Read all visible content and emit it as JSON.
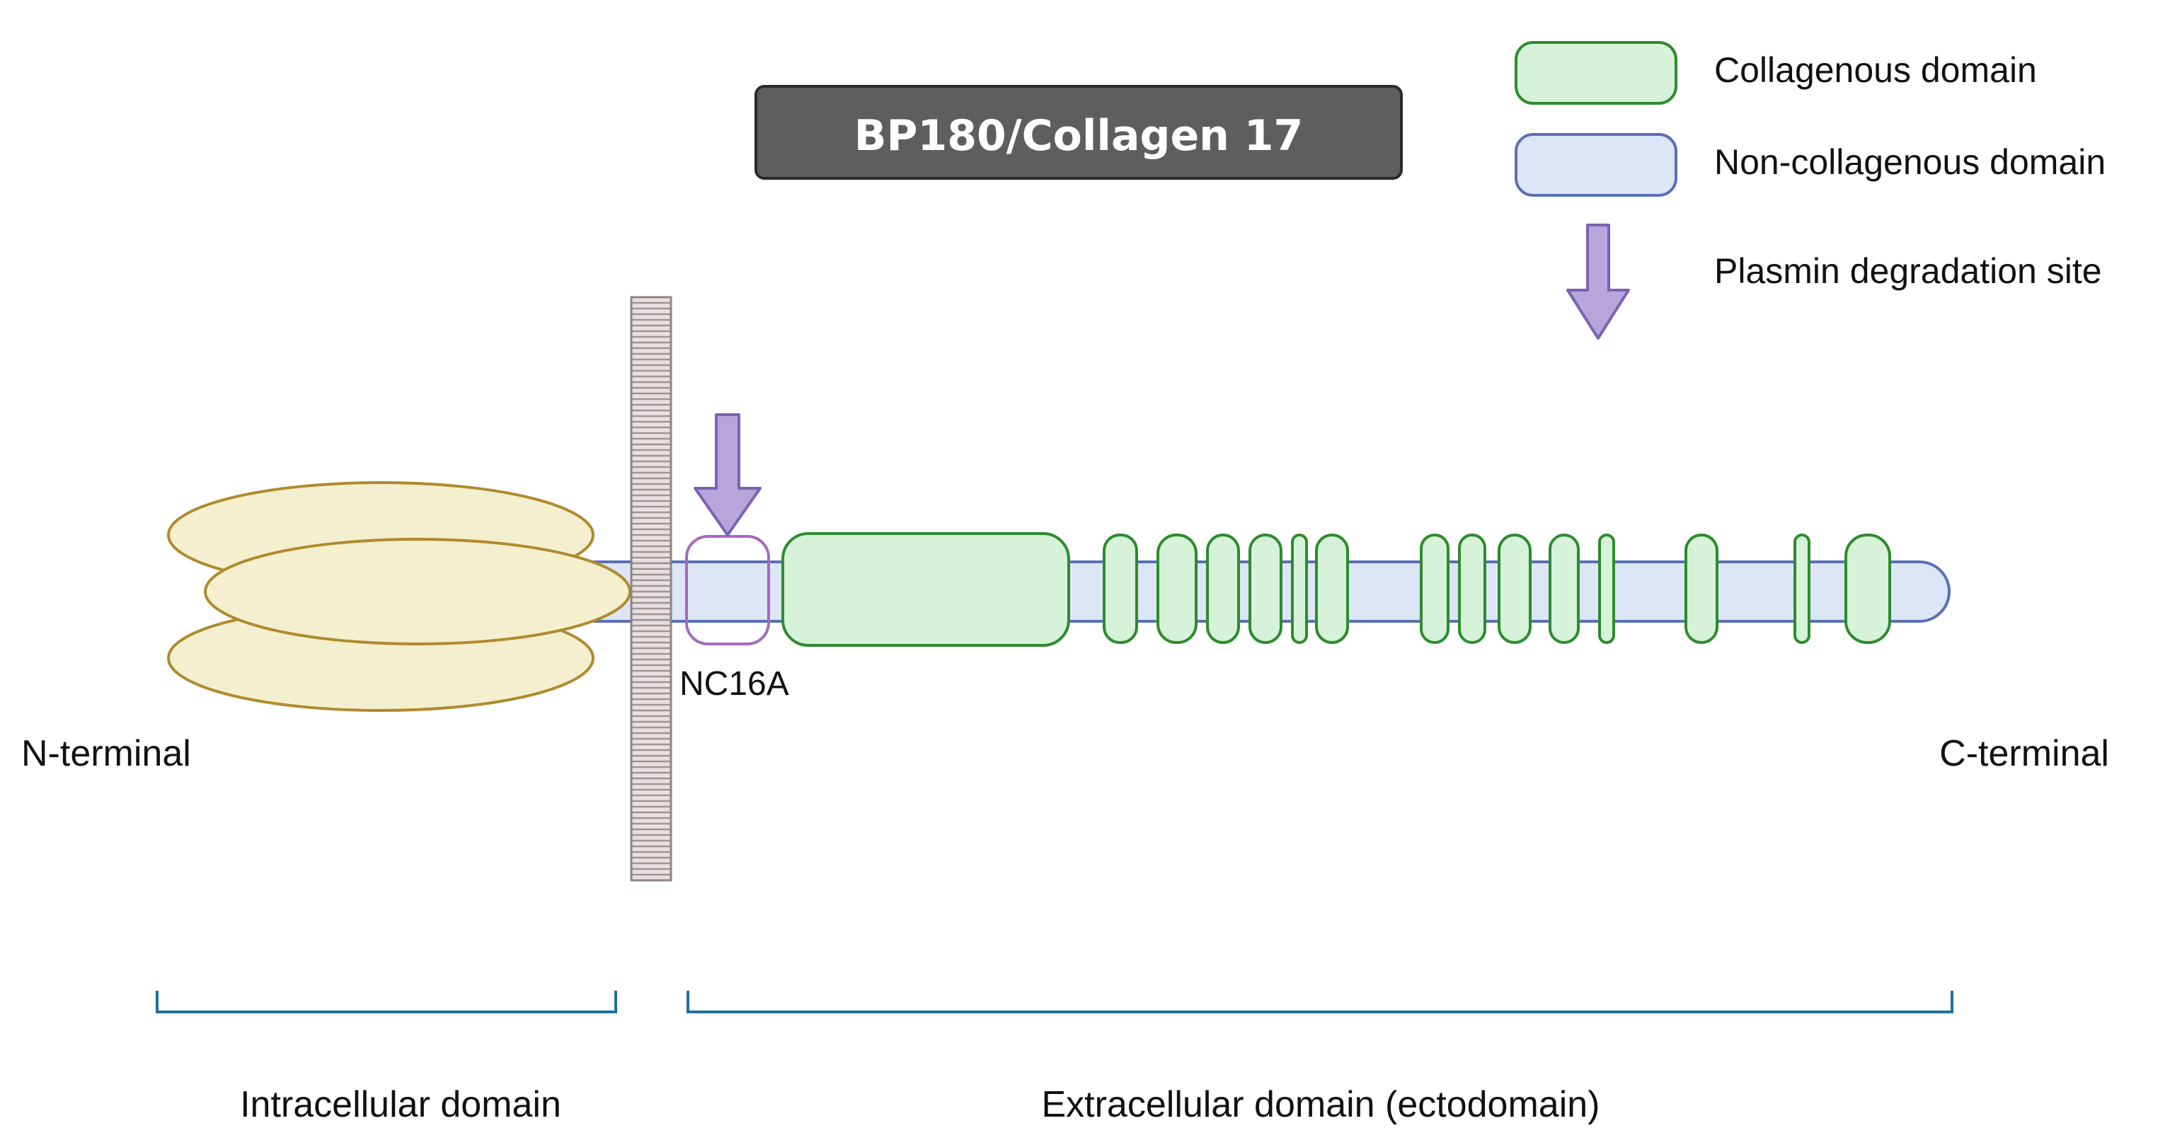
{
  "title": "BP180/Collagen 17",
  "legend": {
    "items": [
      {
        "key": "collagenous",
        "label": "Collagenous domain",
        "fill": "#d6f2d8",
        "stroke": "#2e8b2e"
      },
      {
        "key": "noncollagenous",
        "label": "Non-collagenous domain",
        "fill": "#dde6f7",
        "stroke": "#5a6fb5"
      },
      {
        "key": "plasmin",
        "label": "Plasmin degradation site",
        "fill": "#b6a6dc",
        "stroke": "#7a62b3",
        "icon": "down-arrow-icon"
      }
    ]
  },
  "labels": {
    "n_terminal": "N-terminal",
    "c_terminal": "C-terminal",
    "nc16a": "NC16A",
    "intracellular": "Intracellular domain",
    "extracellular": "Extracellular domain (ectodomain)"
  },
  "colors": {
    "title_bg": "#5e5e5e",
    "globular_fill": "#f4f0cf",
    "globular_stroke": "#b08a2e",
    "membrane_fill": "#c9bfbf",
    "membrane_stroke": "#8c7e7e",
    "nc16a_stroke": "#a36ac2",
    "bracket": "#1f6e9e"
  }
}
